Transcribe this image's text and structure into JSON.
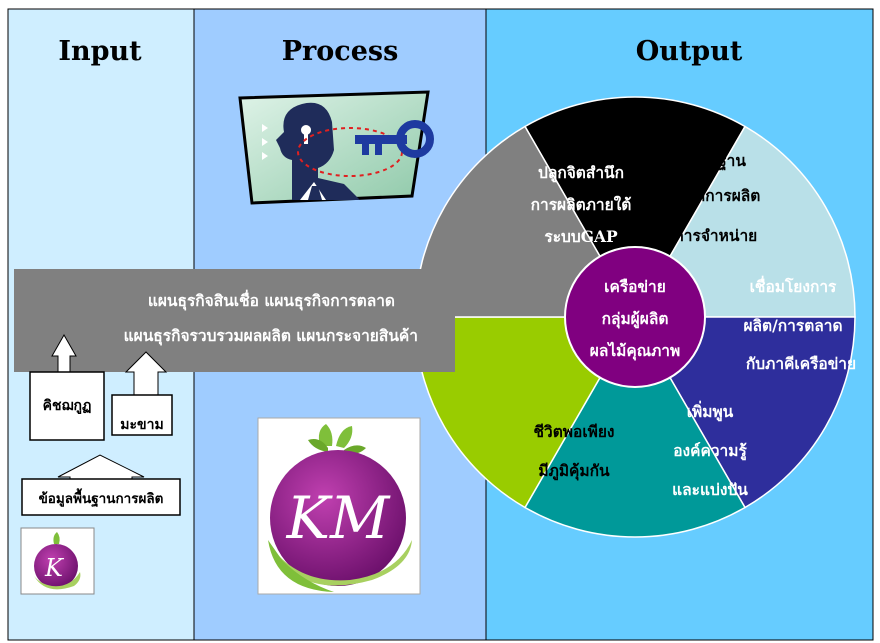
{
  "columns": {
    "input": {
      "title": "Input",
      "color": "#cfeeff"
    },
    "process": {
      "title": "Process",
      "color": "#9fccff"
    },
    "output": {
      "title": "Output",
      "color": "#66ccff"
    }
  },
  "banner": {
    "line1": "แผนธุรกิจสินเชื่อ แผนธุรกิจการตลาด",
    "line2": "แผนธุรกิจรวบรวมผลผลิต แผนกระจายสินค้า",
    "color": "#808080"
  },
  "input_boxes": {
    "box1": "คิชฌกูฏ",
    "box2": "มะขาม",
    "base": "ข้อมูลพื้นฐานการผลิต"
  },
  "center": {
    "lines": [
      "เครือข่าย",
      "กลุ่มผู้ผลิต",
      "ผลไม้คุณภาพ"
    ],
    "color": "#800080"
  },
  "segments": [
    {
      "id": "gap",
      "color": "#000000",
      "text_color": "#ffffff",
      "lines": [
        "ปลูกจิตสำนึก",
        "การผลิตภายใต้",
        "ระบบGAP"
      ]
    },
    {
      "id": "database",
      "color": "#b9e0e8",
      "text_color": "#000000",
      "lines": [
        "จัดทำฐาน",
        "ข้อมูลการผลิต",
        "/การจำหน่าย"
      ]
    },
    {
      "id": "network",
      "color": "#2e2e9c",
      "text_color": "#ffffff",
      "lines": [
        "เชื่อมโยงการ",
        "ผลิต/การตลาด",
        "กับภาคีเครือข่าย"
      ]
    },
    {
      "id": "knowledge",
      "color": "#009999",
      "text_color": "#ffffff",
      "lines": [
        "เพิ่มพูน",
        "องค์ความรู้",
        "และแบ่งปัน"
      ]
    },
    {
      "id": "sufficiency",
      "color": "#99cc00",
      "text_color": "#000000",
      "lines": [
        "ชีวิตพอเพียง",
        "มีภูมิคุ้มกัน"
      ]
    },
    {
      "id": "plan",
      "color": "#808080",
      "text_color": "#ffffff",
      "lines": []
    }
  ],
  "logos": {
    "main_text": "KM",
    "small_text": "K"
  },
  "icons": [
    "key-person-icon",
    "mangosteen-logo",
    "arrow-up-icon"
  ]
}
